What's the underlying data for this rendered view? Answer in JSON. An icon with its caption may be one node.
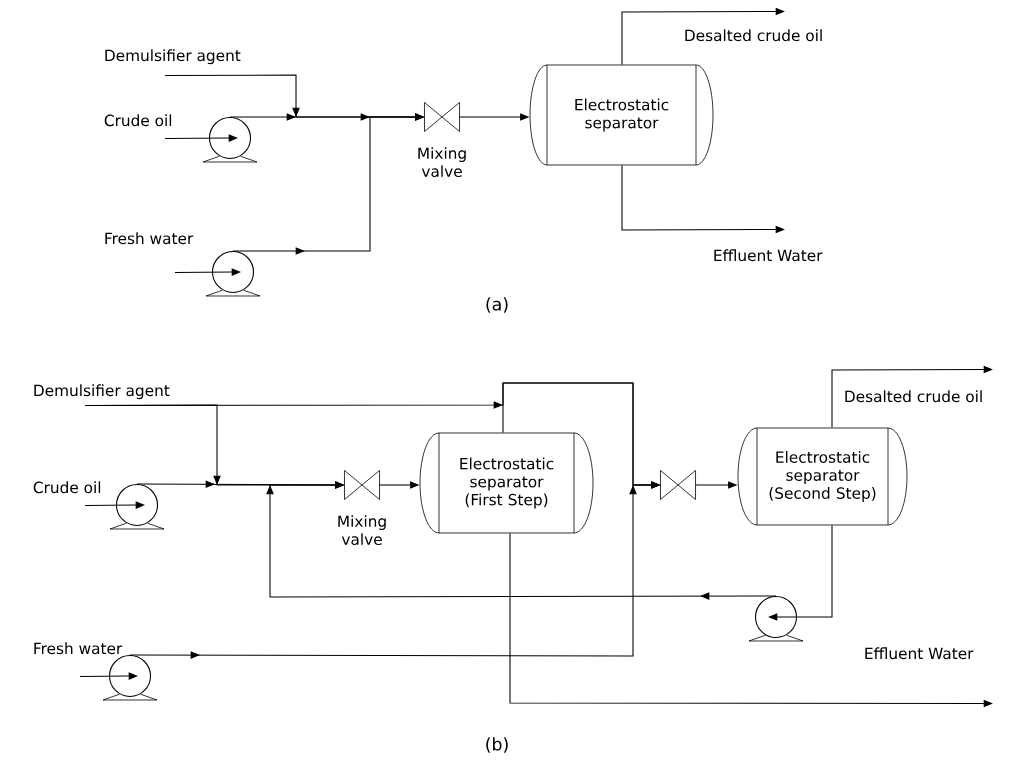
{
  "diagram": {
    "nodes": [
      {
        "text": [
          "Demulsifier agent"
        ]
      },
      {
        "text": [
          "Crude oil"
        ]
      },
      {
        "text": [],
        "shape": "pump"
      },
      {
        "text": [
          "Fresh water"
        ]
      },
      {
        "text": [],
        "shape": "pump"
      },
      {
        "text": [
          "Mixing valve"
        ]
      },
      {
        "text": [
          "Electrostatic separator"
        ]
      },
      {
        "text": [
          "Desalted crude oil"
        ]
      },
      {
        "text": [
          "Effluent Water"
        ]
      },
      {
        "text": [
          "Demulsifier agent"
        ]
      },
      {
        "text": [
          "Crude oil"
        ]
      },
      {
        "text": [],
        "shape": "pump"
      },
      {
        "text": [
          "Fresh water"
        ]
      },
      {
        "text": [],
        "shape": "pump"
      },
      {
        "text": [
          "Mixing valve"
        ]
      },
      {
        "text": [
          "Electrostatic separator (First Step)"
        ]
      },
      {
        "text": [],
        "shape": "valve"
      },
      {
        "text": [
          "Electrostatic separator (Second Step)"
        ]
      },
      {
        "text": [
          "Desalted crude oil"
        ]
      },
      {
        "text": [],
        "shape": "pump"
      },
      {
        "text": [
          "Effluent Water"
        ]
      }
    ],
    "edges": [
      {
        "from": 1,
        "to": 2,
        "arrow": "to"
      },
      {
        "from": 3,
        "to": 4,
        "arrow": "to"
      },
      {
        "from": 0,
        "to": 5,
        "arrow": "to"
      },
      {
        "from": 2,
        "to": 5,
        "arrow": "to"
      },
      {
        "from": 4,
        "to": 5,
        "arrow": "to"
      },
      {
        "from": 5,
        "to": 6,
        "arrow": "to"
      },
      {
        "from": 6,
        "to": 7,
        "arrow": "to"
      },
      {
        "from": 6,
        "to": 8,
        "arrow": "to"
      },
      {
        "from": 10,
        "to": 11,
        "arrow": "to"
      },
      {
        "from": 12,
        "to": 13,
        "arrow": "to"
      },
      {
        "from": 11,
        "to": 14,
        "arrow": "to"
      },
      {
        "from": 9,
        "to": 14,
        "arrow": "to"
      },
      {
        "from": 9,
        "to": 16,
        "arrow": "to"
      },
      {
        "from": 19,
        "to": 14,
        "arrow": "to"
      },
      {
        "from": 14,
        "to": 15,
        "arrow": "to"
      },
      {
        "from": 15,
        "to": 16,
        "arrow": "to"
      },
      {
        "from": 13,
        "to": 16,
        "arrow": "to"
      },
      {
        "from": 16,
        "to": 17,
        "arrow": "to"
      },
      {
        "from": 17,
        "to": 18,
        "arrow": "to"
      },
      {
        "from": 17,
        "to": 19,
        "arrow": "to"
      },
      {
        "from": 15,
        "to": 20,
        "arrow": "to"
      }
    ],
    "labels": [
      "(a)",
      "(b)"
    ]
  }
}
